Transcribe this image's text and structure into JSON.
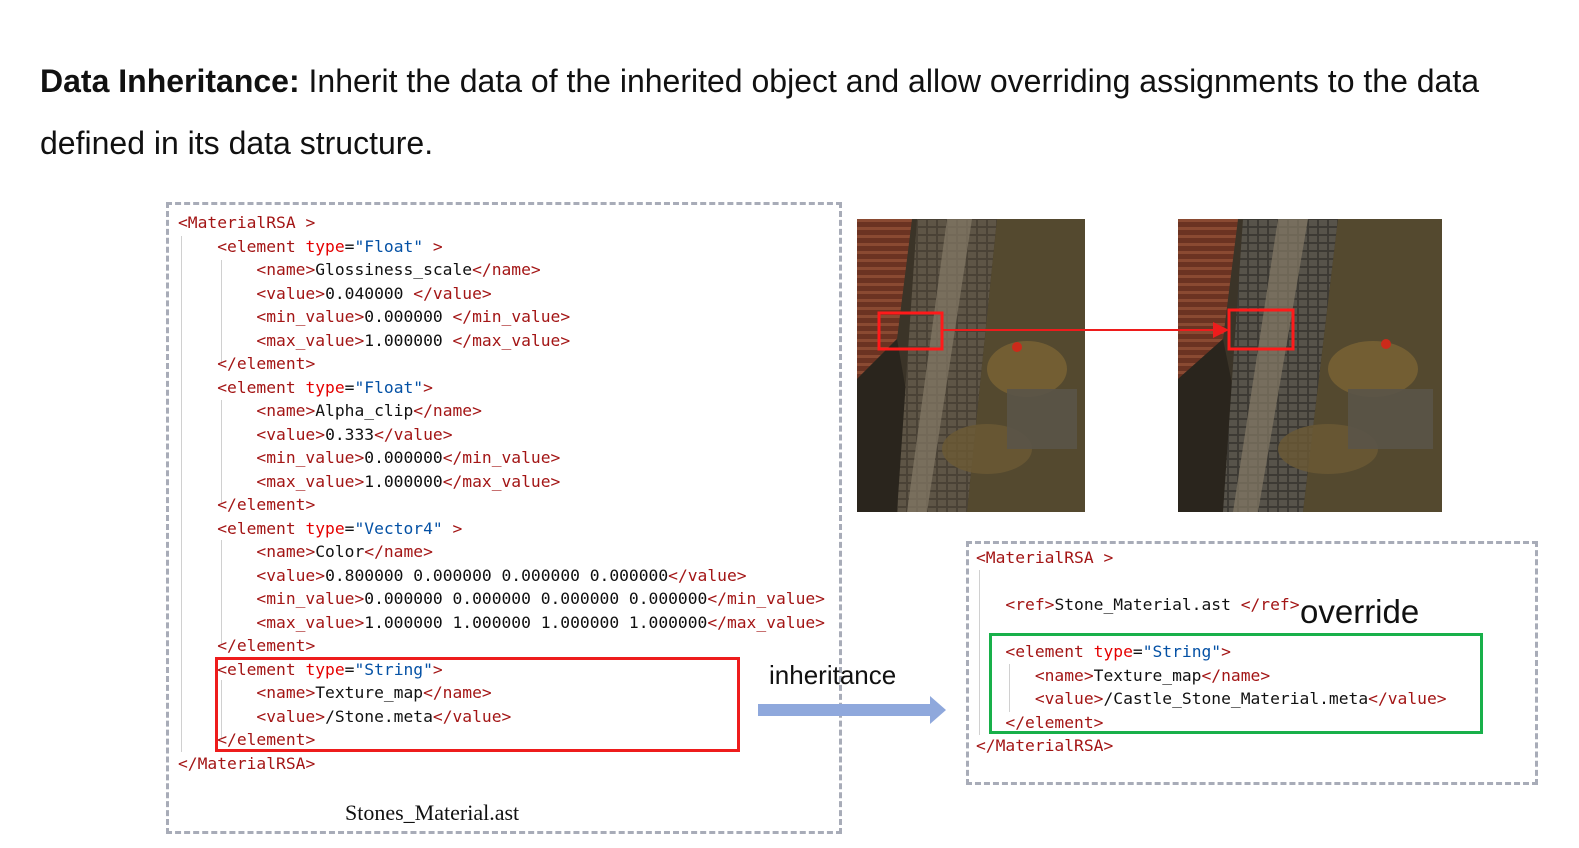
{
  "heading": {
    "term": "Data Inheritance:",
    "text": " Inherit the data of the inherited object and allow overriding assignments to the data defined in its data structure."
  },
  "left_file_label": "Stones_Material.ast",
  "inheritance_label": "inheritance",
  "override_label": "override",
  "left_code": [
    "<MaterialRSA >",
    "    <element type=\"Float\" >",
    "        <name>Glossiness_scale</name>",
    "        <value>0.040000 </value>",
    "        <min_value>0.000000 </min_value>",
    "        <max_value>1.000000 </max_value>",
    "    </element>",
    "    <element type=\"Float\">",
    "        <name>Alpha_clip</name>",
    "        <value>0.333</value>",
    "        <min_value>0.000000</min_value>",
    "        <max_value>1.000000</max_value>",
    "    </element>",
    "    <element type=\"Vector4\" >",
    "        <name>Color</name>",
    "        <value>0.800000 0.000000 0.000000 0.000000</value>",
    "        <min_value>0.000000 0.000000 0.000000 0.000000</min_value>",
    "        <max_value>1.000000 1.000000 1.000000 1.000000</max_value>",
    "    </element>",
    "    <element type=\"String\">",
    "        <name>Texture_map</name>",
    "        <value>/Stone.meta</value>",
    "    </element>",
    "</MaterialRSA>"
  ],
  "right_code": [
    "<MaterialRSA >",
    "",
    "   <ref>Stone_Material.ast </ref>",
    "",
    "   <element type=\"String\">",
    "      <name>Texture_map</name>",
    "      <value>/Castle_Stone_Material.meta</value>",
    "   </element>",
    "</MaterialRSA>"
  ],
  "colors": {
    "tag": "#a31515",
    "attribute": "#e50000",
    "string": "#0451a5",
    "highlight_red": "#ee1c1c",
    "highlight_green": "#18b04a",
    "arrow": "#8fa8dc",
    "panel_border": "#a8acb8"
  }
}
